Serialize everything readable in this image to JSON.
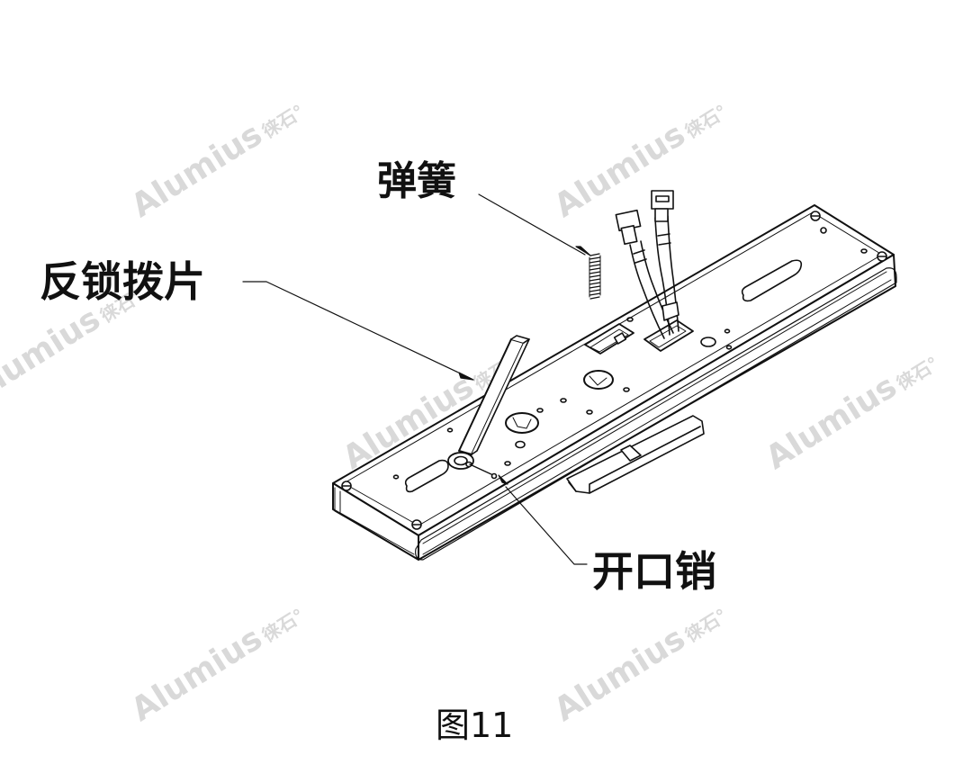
{
  "callouts": {
    "spring": "弹簧",
    "lock_plate": "反锁拨片",
    "cotter_pin": "开口销"
  },
  "figure_caption": "图11",
  "watermark": {
    "brand": "Alumius",
    "mark": "徕石°"
  },
  "colors": {
    "line": "#111111",
    "watermark": "#d9d9d9",
    "background": "#ffffff"
  }
}
